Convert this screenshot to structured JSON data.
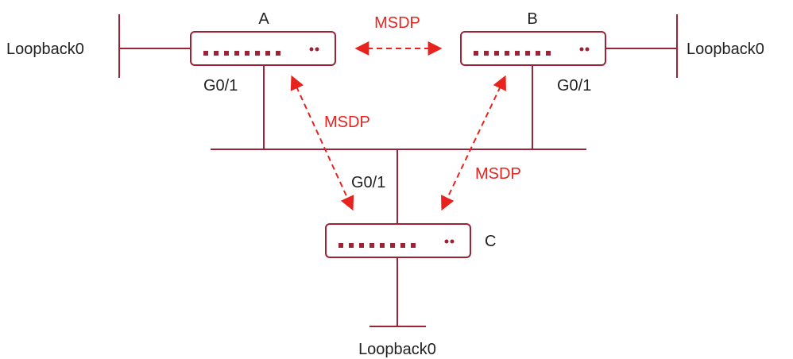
{
  "colors": {
    "link": "#9b2335",
    "device_border": "#9b2335",
    "port": "#9b2335",
    "msdp": "#e8231f",
    "text": "#222222"
  },
  "routers": {
    "a": {
      "name": "A",
      "interface": "G0/1",
      "loopback": "Loopback0"
    },
    "b": {
      "name": "B",
      "interface": "G0/1",
      "loopback": "Loopback0"
    },
    "c": {
      "name": "C",
      "interface": "G0/1",
      "loopback": "Loopback0"
    }
  },
  "msdp": {
    "ab": "MSDP",
    "ac": "MSDP",
    "bc": "MSDP"
  }
}
